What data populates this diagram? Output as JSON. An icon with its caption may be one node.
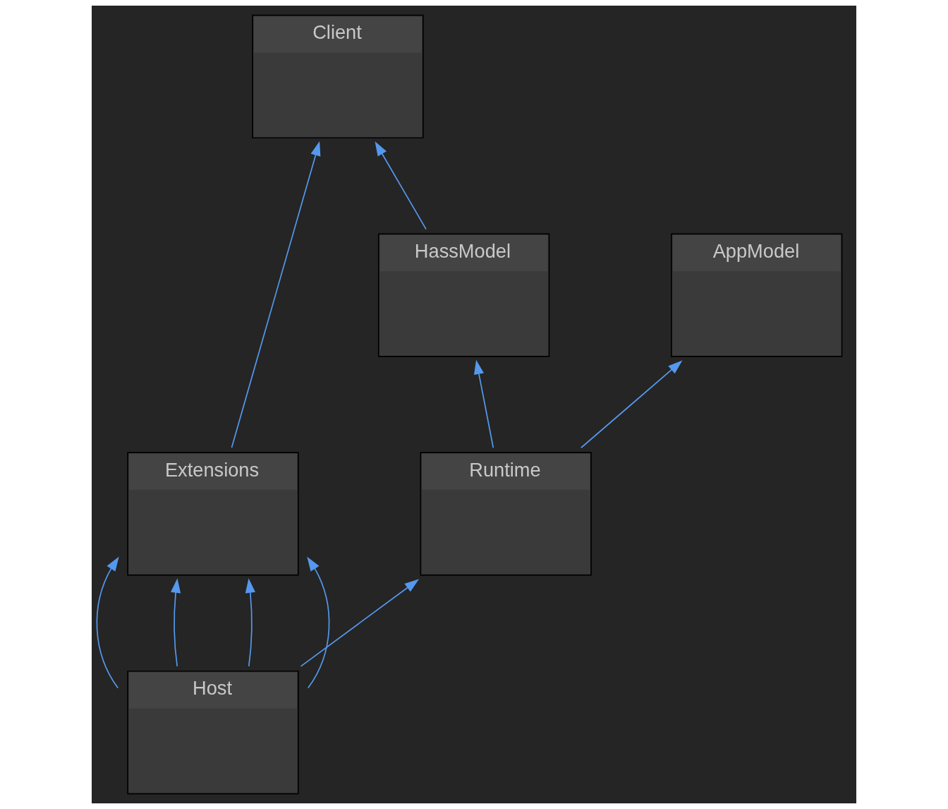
{
  "diagram": {
    "nodes": [
      {
        "text": [
          "Client"
        ]
      },
      {
        "text": [
          "HassModel"
        ]
      },
      {
        "text": [
          "AppModel"
        ]
      },
      {
        "text": [
          "Extensions"
        ]
      },
      {
        "text": [
          "Runtime"
        ]
      },
      {
        "text": [
          "Host"
        ]
      }
    ],
    "edges": [
      {
        "from": 1,
        "to": 0,
        "arrow": "to"
      },
      {
        "from": 3,
        "to": 0,
        "arrow": "to"
      },
      {
        "from": 4,
        "to": 1,
        "arrow": "to"
      },
      {
        "from": 4,
        "to": 2,
        "arrow": "to"
      },
      {
        "from": 5,
        "to": 3,
        "arrow": "to"
      },
      {
        "from": 5,
        "to": 3,
        "arrow": "to"
      },
      {
        "from": 5,
        "to": 3,
        "arrow": "to"
      },
      {
        "from": 5,
        "to": 3,
        "arrow": "to"
      },
      {
        "from": 5,
        "to": 4,
        "arrow": "to"
      }
    ]
  }
}
